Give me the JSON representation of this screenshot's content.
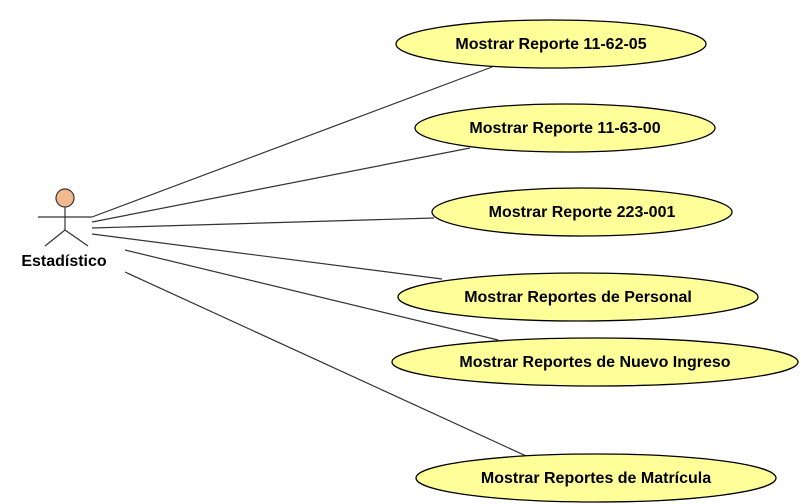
{
  "actor": {
    "name": "Estadístico",
    "head_color": "#f2b98f"
  },
  "use_cases": [
    {
      "label": "Mostrar Reporte 11-62-05"
    },
    {
      "label": "Mostrar Reporte 11-63-00"
    },
    {
      "label": "Mostrar Reporte 223-001"
    },
    {
      "label": "Mostrar Reportes de Personal"
    },
    {
      "label": "Mostrar Reportes de Nuevo Ingreso"
    },
    {
      "label": "Mostrar Reportes de Matrícula"
    }
  ],
  "colors": {
    "usecase_fill": "#ffff99",
    "outline": "#000000",
    "line": "#333333"
  }
}
